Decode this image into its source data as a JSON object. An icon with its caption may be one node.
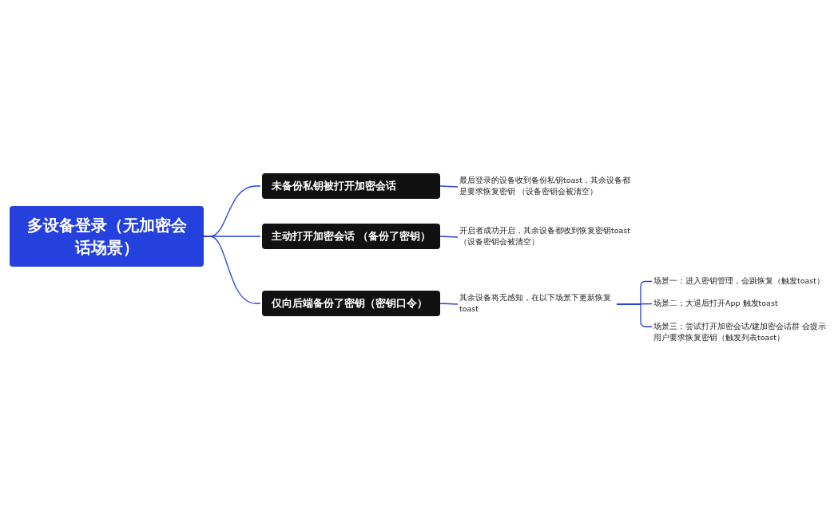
{
  "diagram": {
    "nodes": [
      {
        "text": [
          "多设备登录（无加密会话场景）"
        ]
      },
      {
        "text": [
          "未备份私钥被打开加密会话"
        ]
      },
      {
        "text": [
          "主动打开加密会话 （备份了密钥）"
        ]
      },
      {
        "text": [
          "仅向后端备份了密钥（密钥口令）"
        ]
      },
      {
        "text": [
          "最后登录的设备收到备份私钥toast，其余设备都是要求恢复密钥 （设备密钥会被清空）"
        ]
      },
      {
        "text": [
          "开启者成功开启，其余设备都收到恢复密钥toast （设备密钥会被清空）"
        ]
      },
      {
        "text": [
          "其余设备将无感知，在以下场景下更新恢复toast"
        ]
      },
      {
        "text": [
          "场景一：进入密钥管理，会跳恢复（触发toast）"
        ]
      },
      {
        "text": [
          "场景二：大退后打开App 触发toast"
        ]
      },
      {
        "text": [
          "场景三：尝试打开加密会话/建加密会话群 会提示用户要求恢复密钥（触发列表toast）"
        ]
      }
    ],
    "edges": [
      {
        "from": 0,
        "to": 1,
        "arrow": "none"
      },
      {
        "from": 0,
        "to": 2,
        "arrow": "none"
      },
      {
        "from": 0,
        "to": 3,
        "arrow": "none"
      },
      {
        "from": 1,
        "to": 4,
        "arrow": "none"
      },
      {
        "from": 2,
        "to": 5,
        "arrow": "none"
      },
      {
        "from": 3,
        "to": 6,
        "arrow": "none"
      },
      {
        "from": 6,
        "to": 7,
        "arrow": "none"
      },
      {
        "from": 6,
        "to": 8,
        "arrow": "none"
      },
      {
        "from": 6,
        "to": 9,
        "arrow": "none"
      }
    ]
  }
}
